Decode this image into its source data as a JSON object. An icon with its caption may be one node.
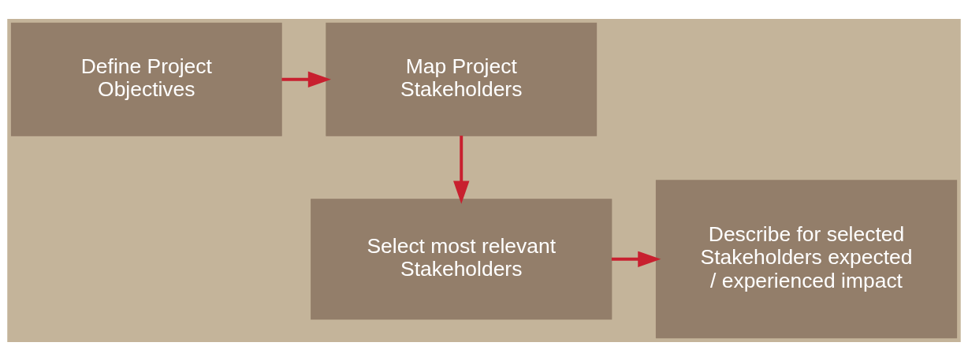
{
  "diagram": {
    "nodes": [
      {
        "text": [
          "Define Project Objectives"
        ]
      },
      {
        "text": [
          "Map Project Stakeholders"
        ]
      },
      {
        "text": [
          "Select most relevant Stakeholders"
        ]
      },
      {
        "text": [
          "Describe for selected Stakeholders expected / experienced impact"
        ]
      }
    ],
    "edges": [
      {
        "from": 0,
        "to": 1,
        "arrow": "to"
      },
      {
        "from": 1,
        "to": 2,
        "arrow": "to"
      },
      {
        "from": 2,
        "to": 3,
        "arrow": "to"
      }
    ]
  }
}
